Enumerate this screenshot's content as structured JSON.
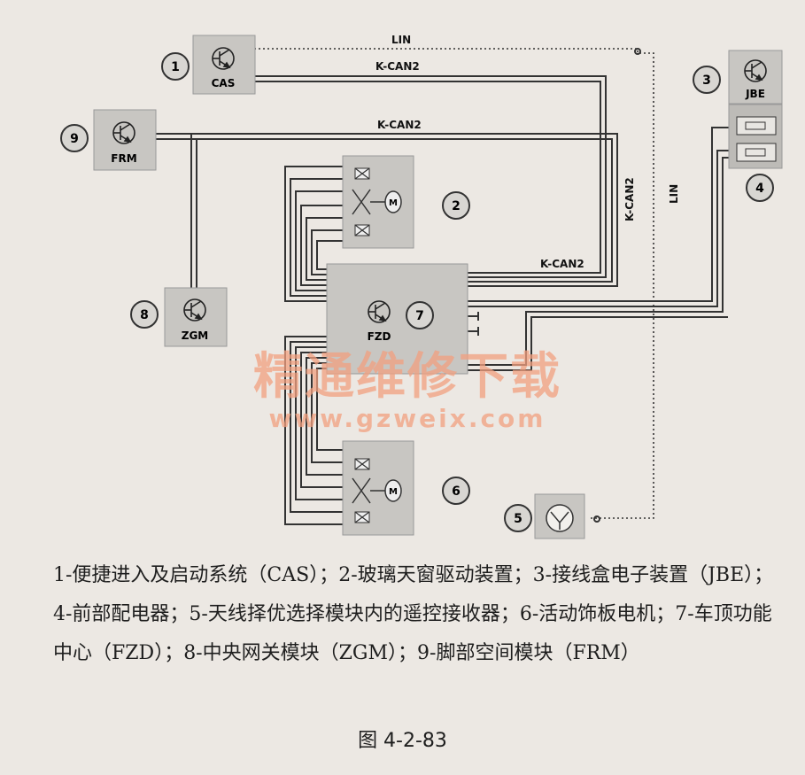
{
  "modules": {
    "cas": {
      "number": "1",
      "label": "CAS"
    },
    "glass_drive": {
      "number": "2"
    },
    "jbe": {
      "number": "3",
      "label": "JBE"
    },
    "front_distributor": {
      "number": "4"
    },
    "receiver": {
      "number": "5"
    },
    "panel_motor": {
      "number": "6"
    },
    "fzd": {
      "number": "7",
      "label": "FZD"
    },
    "zgm": {
      "number": "8",
      "label": "ZGM"
    },
    "frm": {
      "number": "9",
      "label": "FRM"
    }
  },
  "bus_labels": {
    "lin_top": "LIN",
    "kcan_top": "K-CAN2",
    "kcan_frm": "K-CAN2",
    "kcan_vertical": "K-CAN2",
    "lin_vertical": "LIN",
    "kcan_fzd": "K-CAN2"
  },
  "motor_letter": "M",
  "watermark": {
    "line1": "精通维修下载",
    "line2": "www.gzweix.com"
  },
  "caption": {
    "text": "1-便捷进入及启动系统（CAS）；2-玻璃天窗驱动装置；3-接线盒电子装置（JBE）；4-前部配电器；5-天线择优选择模块内的遥控接收器；6-活动饰板电机；7-车顶功能中心（FZD）；8-中央网关模块（ZGM）；9-脚部空间模块（FRM）",
    "figure": "图 4-2-83"
  },
  "colors": {
    "background": "#ece8e3",
    "module_fill": "#c8c6c2",
    "wire": "#333333",
    "watermark": "#f2a080"
  }
}
